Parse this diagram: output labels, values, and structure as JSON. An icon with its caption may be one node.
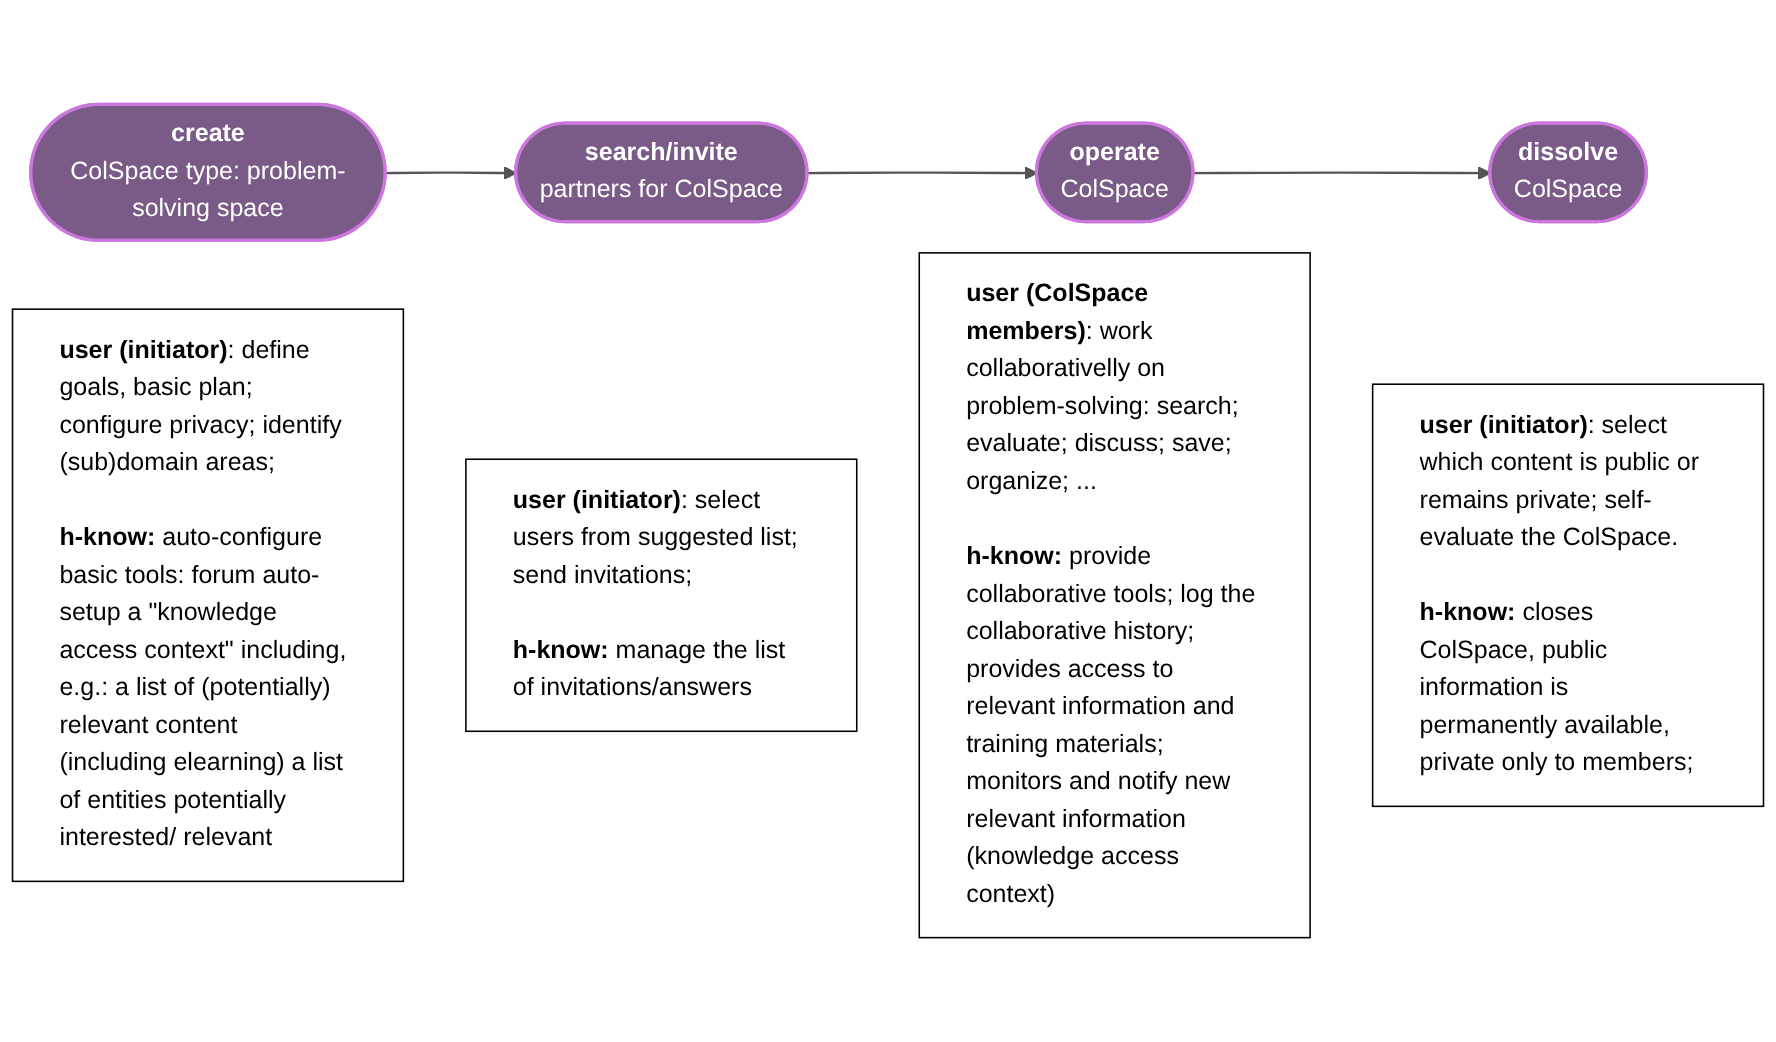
{
  "diagram": {
    "nodes": [
      {
        "text": [
          "create",
          "ColSpace type: problem-solving space"
        ]
      },
      {
        "text": [
          "search/invite",
          "partners for ColSpace"
        ]
      },
      {
        "text": [
          "operate",
          "ColSpace"
        ]
      },
      {
        "text": [
          "dissolve",
          "ColSpace"
        ]
      },
      {
        "text": [
          "**user (initiator)**: define goals, basic plan; configure privacy; identify (sub)domain areas;",
          "**h-know:** auto-configure basic tools: forum auto-setup a \"knowledge access context\" including, e.g.: a list of (potentially) relevant content (including elearning) a list of entities potentially interested/ relevant"
        ]
      },
      {
        "text": [
          "**user (initiator)**: select users from suggested list; send invitations;",
          "**h-know:** manage the list of invitations/answers"
        ]
      },
      {
        "text": [
          "**user (ColSpace members)**: work collaborativelly on problem-solving: search; evaluate; discuss; save; organize; ...",
          "**h-know:** provide collaborative tools; log the collaborative history; provides access to relevant information and training materials; monitors and notify new relevant information (knowledge access context)"
        ]
      },
      {
        "text": [
          "**user (initiator)**: select which content is public or remains private; self-evaluate the ColSpace.",
          "**h-know:** closes ColSpace, public information is permanently available, private only to members;"
        ]
      }
    ],
    "edges": [
      {
        "from": 0,
        "to": 1,
        "arrow": "to"
      },
      {
        "from": 1,
        "to": 2,
        "arrow": "to"
      },
      {
        "from": 2,
        "to": 3,
        "arrow": "to"
      }
    ]
  }
}
